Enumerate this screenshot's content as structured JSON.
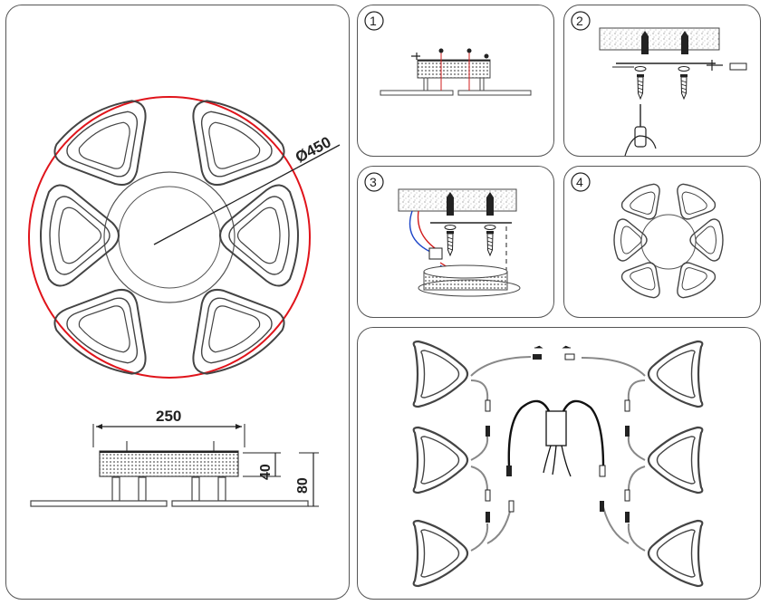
{
  "dimensions": {
    "diameter": "Ø450",
    "width": "250",
    "body_height": "40",
    "total_height": "80"
  },
  "steps": [
    {
      "number": "1"
    },
    {
      "number": "2"
    },
    {
      "number": "3"
    },
    {
      "number": "4"
    }
  ],
  "colors": {
    "outline": "#444444",
    "dimension_circle": "#e0141b",
    "wire_red": "#d21e1e",
    "wire_blue": "#1e46c8",
    "panel_border": "#555555"
  },
  "icons": [
    "lamp-top-view",
    "lamp-side-view",
    "screw-icon",
    "screwdriver-icon",
    "connector-icon",
    "driver-box-icon",
    "arrow-icon"
  ]
}
